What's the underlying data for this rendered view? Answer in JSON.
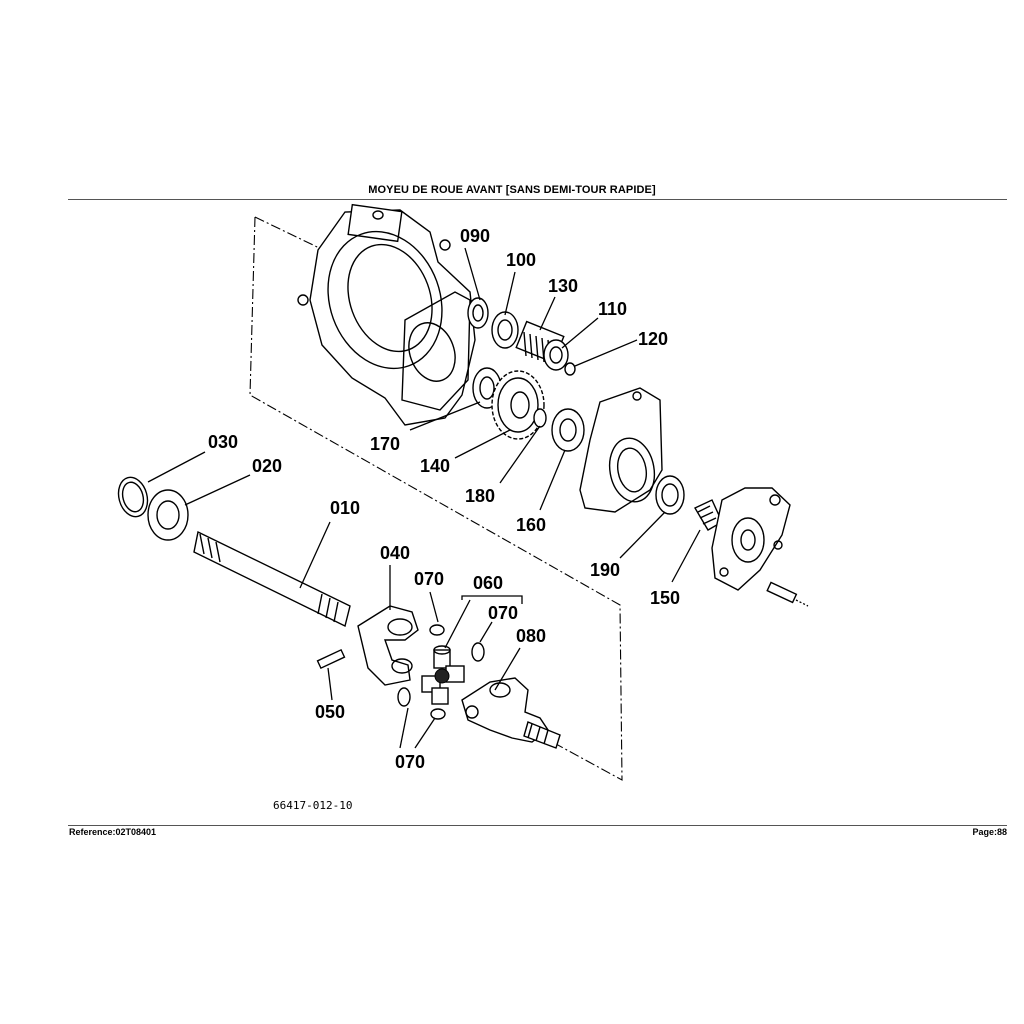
{
  "header": {
    "title": "MOYEU DE ROUE AVANT   [SANS DEMI-TOUR RAPIDE]"
  },
  "diagram": {
    "figure_code": "66417-012-10",
    "callouts": {
      "p010": "010",
      "p020": "020",
      "p030": "030",
      "p040": "040",
      "p050": "050",
      "p060": "060",
      "p070a": "070",
      "p070b": "070",
      "p070c": "070",
      "p080": "080",
      "p090": "090",
      "p100": "100",
      "p110": "110",
      "p120": "120",
      "p130": "130",
      "p140": "140",
      "p150": "150",
      "p160": "160",
      "p170": "170",
      "p180": "180",
      "p190": "190"
    }
  },
  "footer": {
    "reference": "Reference:02T08401",
    "page": "Page:88"
  }
}
